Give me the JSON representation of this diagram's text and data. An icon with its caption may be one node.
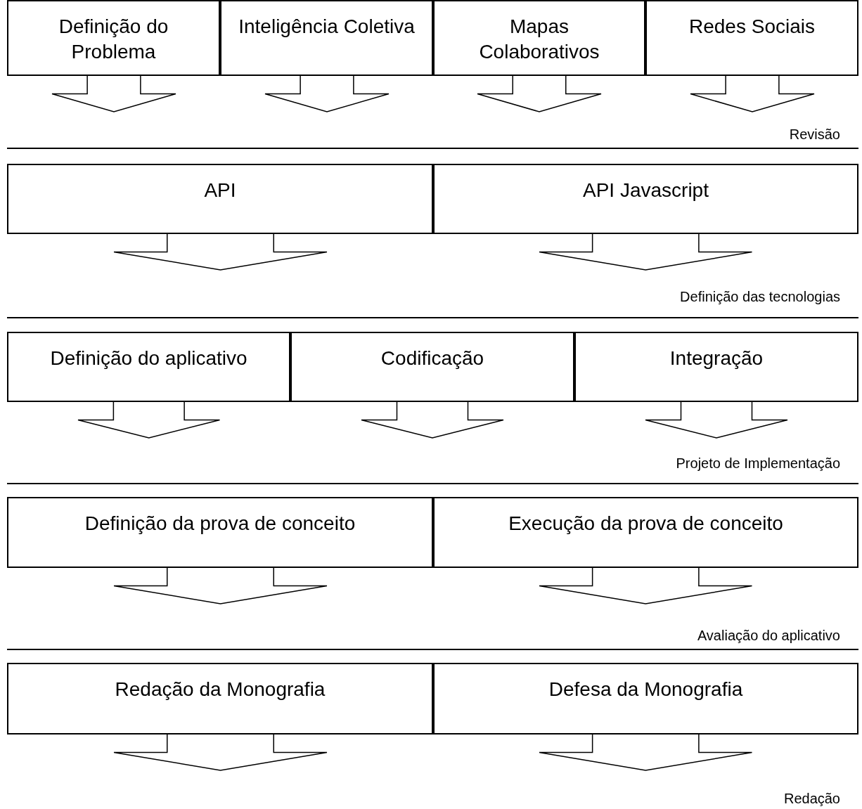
{
  "diagram": {
    "nodes": [
      {
        "text": [
          "Definição do Problema"
        ]
      },
      {
        "text": [
          "Inteligência Coletiva"
        ]
      },
      {
        "text": [
          "Mapas Colaborativos"
        ]
      },
      {
        "text": [
          "Redes Sociais"
        ]
      },
      {
        "text": [
          "API"
        ]
      },
      {
        "text": [
          "API Javascript"
        ]
      },
      {
        "text": [
          "Definição do aplicativo"
        ]
      },
      {
        "text": [
          "Codificação"
        ]
      },
      {
        "text": [
          "Integração"
        ]
      },
      {
        "text": [
          "Definição da prova de conceito"
        ]
      },
      {
        "text": [
          "Execução da prova de conceito"
        ]
      },
      {
        "text": [
          "Redação da Monografia"
        ]
      },
      {
        "text": [
          "Defesa da Monografia"
        ]
      },
      {
        "text": [],
        "shape": "arrow"
      },
      {
        "text": [],
        "shape": "arrow"
      },
      {
        "text": [],
        "shape": "arrow"
      },
      {
        "text": [],
        "shape": "arrow"
      },
      {
        "text": [],
        "shape": "arrow"
      },
      {
        "text": [],
        "shape": "arrow"
      },
      {
        "text": [],
        "shape": "arrow"
      },
      {
        "text": [],
        "shape": "arrow"
      },
      {
        "text": [],
        "shape": "arrow"
      },
      {
        "text": [],
        "shape": "arrow"
      },
      {
        "text": [],
        "shape": "arrow"
      },
      {
        "text": [],
        "shape": "arrow"
      },
      {
        "text": [],
        "shape": "arrow"
      }
    ],
    "labels": [
      "Revisão",
      "Definição das tecnologias",
      "Projeto de Implementação",
      "Avaliação do aplicativo",
      "Redação"
    ]
  }
}
